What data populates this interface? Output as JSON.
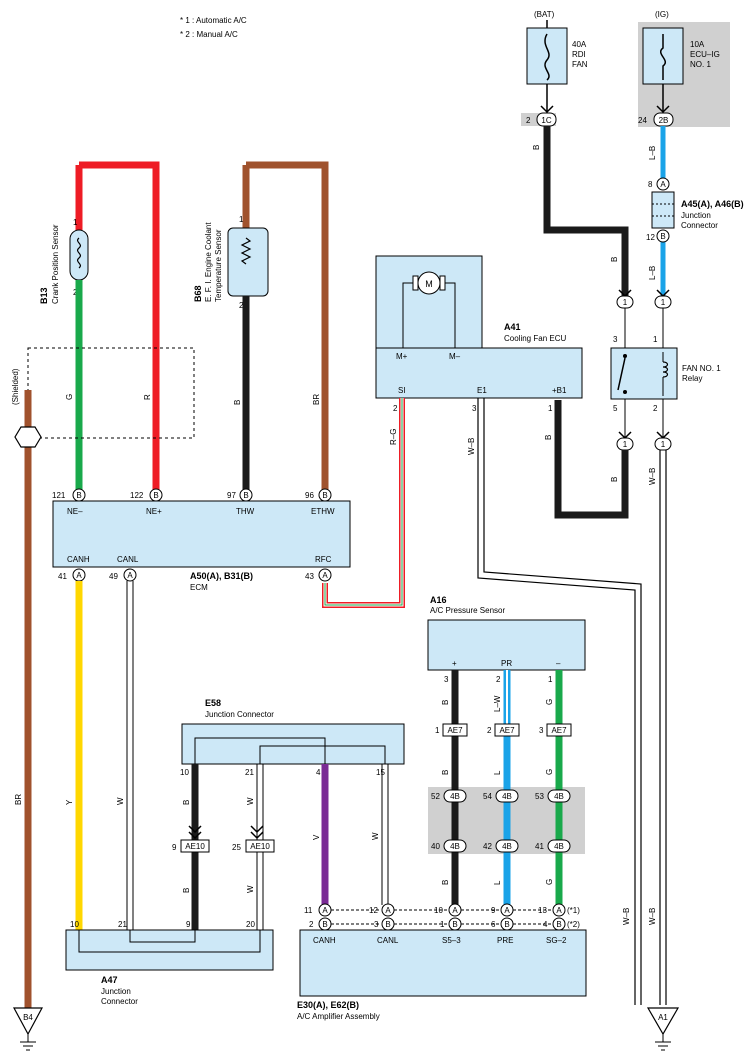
{
  "notes": [
    "* 1 : Automatic A/C",
    "* 2 : Manual A/C"
  ],
  "colors": {
    "red": "#ee1c25",
    "green": "#19a94b",
    "brown": "#a0522d",
    "black": "#1a1a1a",
    "yellow": "#ffd700",
    "blue": "#1aa3e8",
    "purple": "#7a2b95",
    "box": "#cde8f7",
    "highlight": "#d0d0d0"
  },
  "components": {
    "bat_fuse": {
      "supply": "(BAT)",
      "l1": "40A",
      "l2": "RDI",
      "l3": "FAN"
    },
    "ig_fuse": {
      "supply": "(IG)",
      "l1": "10A",
      "l2": "ECU–IG",
      "l3": "NO. 1"
    },
    "a45": {
      "code": "A45(A), A46(B)",
      "l1": "Junction",
      "l2": "Connector"
    },
    "a41": {
      "code": "A41",
      "name": "Cooling Fan ECU",
      "motor": "M",
      "pin_mplus": "M+",
      "pin_mminus": "M–",
      "pin_si": "SI",
      "pin_e1": "E1",
      "pin_b1": "+B1"
    },
    "relay": {
      "l1": "FAN NO. 1",
      "l2": "Relay"
    },
    "b13": {
      "code": "B13",
      "name": "Crank Position Sensor"
    },
    "b68": {
      "code": "B68",
      "name1": "E. F. I. Engine Coolant",
      "name2": "Temperature Sensor"
    },
    "shielded": "(Shielded)",
    "ecm": {
      "code": "A50(A), B31(B)",
      "name": "ECM",
      "ne_minus": "NE–",
      "ne_plus": "NE+",
      "thw": "THW",
      "ethw": "ETHW",
      "canh": "CANH",
      "canl": "CANL",
      "rfc": "RFC"
    },
    "a16": {
      "code": "A16",
      "name": "A/C Pressure Sensor",
      "plus": "+",
      "pr": "PR",
      "minus": "–"
    },
    "e58": {
      "code": "E58",
      "name": "Junction Connector"
    },
    "a47": {
      "code": "A47",
      "l1": "Junction",
      "l2": "Connector"
    },
    "e30": {
      "code": "E30(A), E62(B)",
      "name": "A/C Amplifier Assembly",
      "canh": "CANH",
      "canl": "CANL",
      "s53": "S5–3",
      "pre": "PRE",
      "sg2": "SG–2",
      "star1": "(*1)",
      "star2": "(*2)"
    },
    "ground_b4": "B4",
    "ground_a1": "A1"
  },
  "connectors": {
    "c1C": "1C",
    "c2B": "2B",
    "cA": "A",
    "cB": "B",
    "c1": "1",
    "ae7": "AE7",
    "c4B": "4B",
    "ae10": "AE10"
  },
  "pins": {
    "p2": "2",
    "p24": "24",
    "p8": "8",
    "p12": "12",
    "p3": "3",
    "p1": "1",
    "p5": "5",
    "p121": "121",
    "p122": "122",
    "p97": "97",
    "p96": "96",
    "p41": "41",
    "p49": "49",
    "p43": "43",
    "p52": "52",
    "p54": "54",
    "p53": "53",
    "p40": "40",
    "p42": "42",
    "p10": "10",
    "p21": "21",
    "p4": "4",
    "p15": "15",
    "p9": "9",
    "p25": "25",
    "p20": "20",
    "p11": "11",
    "p6": "6",
    "p13": "13"
  },
  "wires": {
    "B": "B",
    "LB": "L–B",
    "RG": "R–G",
    "WB": "W–B",
    "G": "G",
    "R": "R",
    "BR": "BR",
    "Y": "Y",
    "W": "W",
    "V": "V",
    "L": "L",
    "LW": "L–W"
  }
}
